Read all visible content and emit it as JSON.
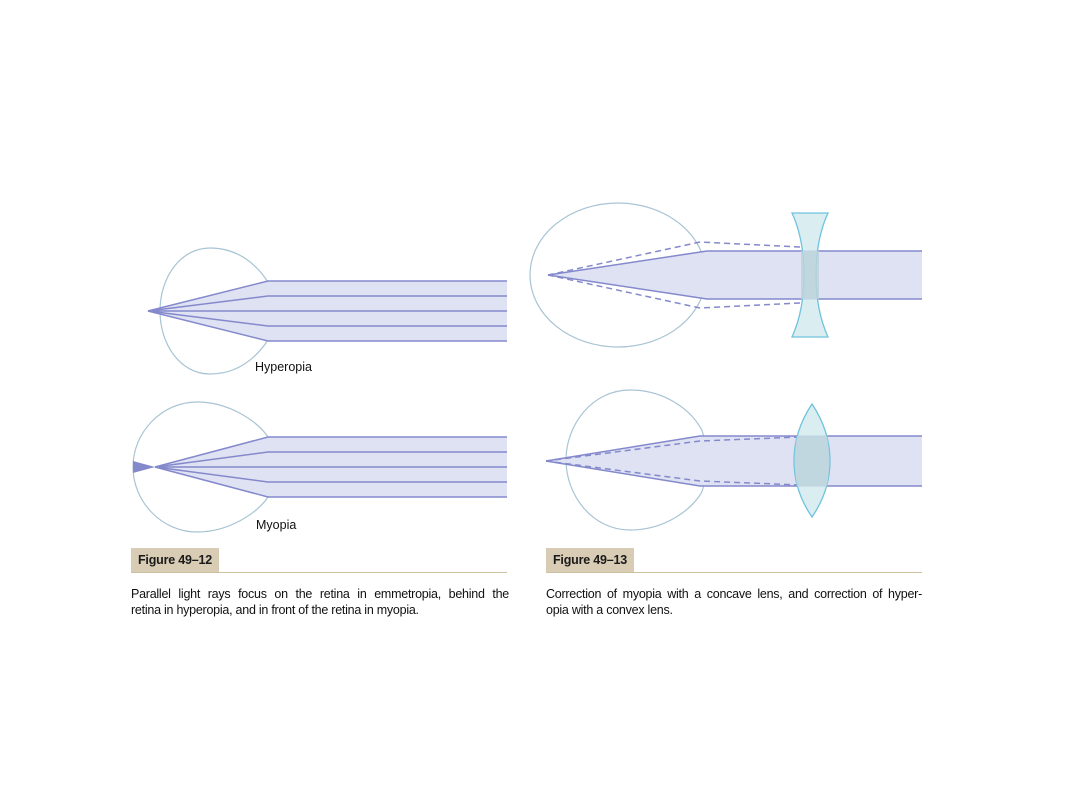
{
  "labels": {
    "hyperopia": "Hyperopia",
    "myopia": "Myopia"
  },
  "figure_left": {
    "tag": "Figure 49–12",
    "caption_line1": "Parallel light rays focus on the retina in emmetropia, behind the",
    "caption_line2": "retina in hyperopia, and in front of the retina in myopia."
  },
  "figure_right": {
    "tag": "Figure 49–13",
    "caption_line1": "Correction of myopia with a concave lens, and correction of hyper-",
    "caption_line2": "opia with a convex lens."
  },
  "colors": {
    "eye_outline": "#a8c4d4",
    "beam_fill": "#dfe2f3",
    "ray_line": "#8489cc",
    "lens_fill": "#d4ebf0",
    "lens_outline": "#6ec3dd",
    "lens_overlap": "#bcd3dc",
    "tag_background": "#d9ccb4"
  }
}
